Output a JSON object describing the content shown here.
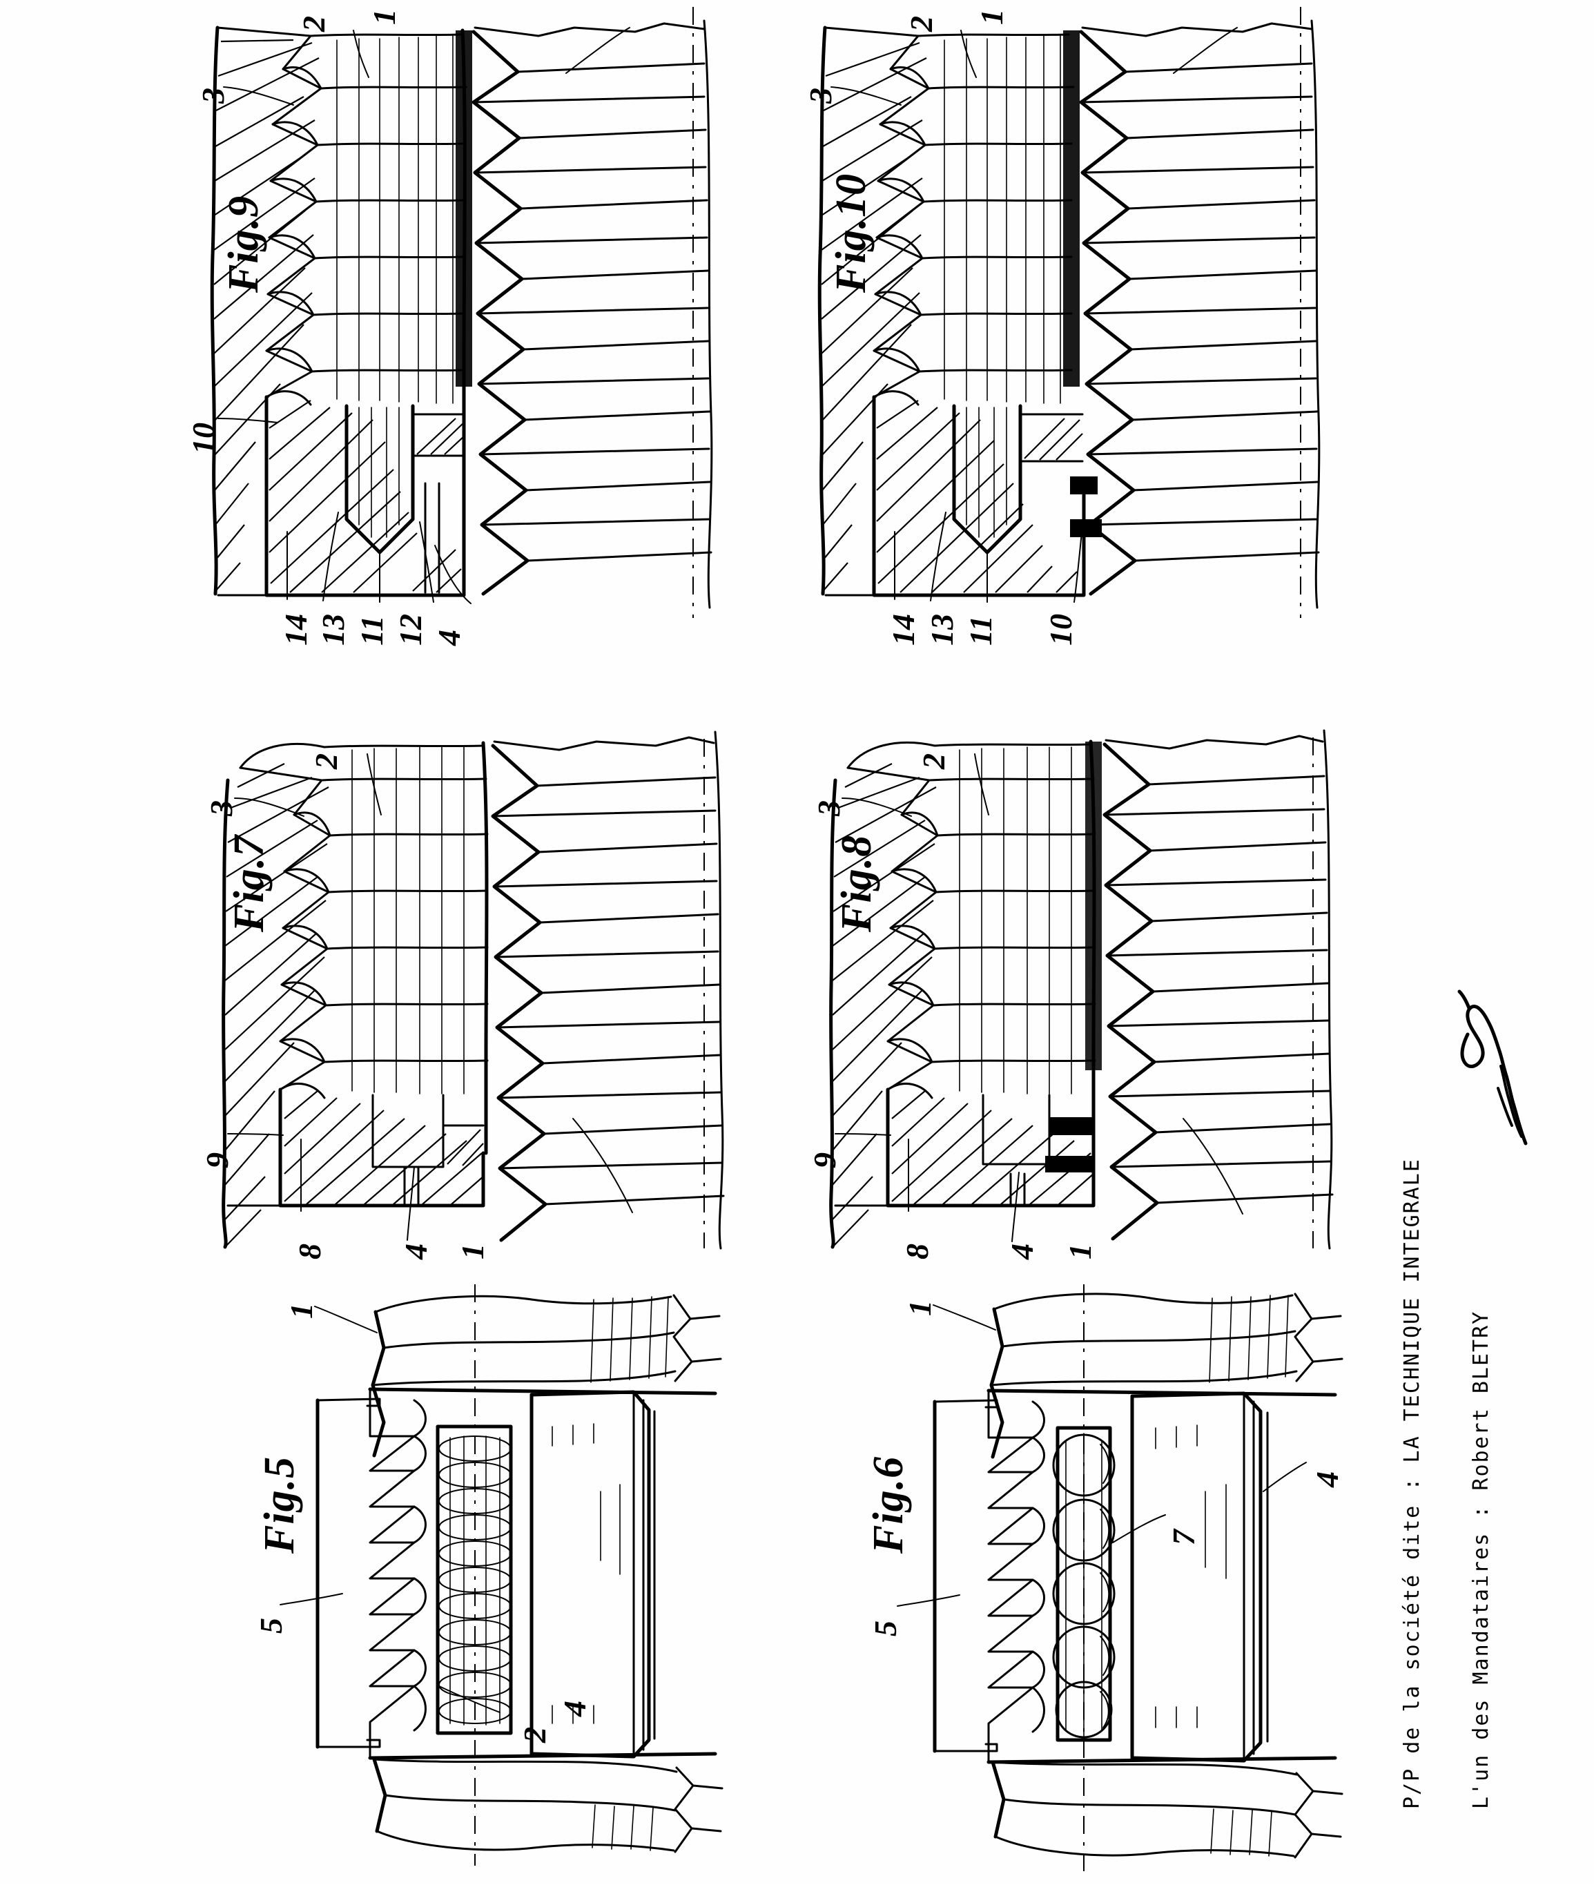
{
  "document": {
    "kind": "patent-drawing-sheet",
    "orientation": "landscape-content-rotated-90-ccw",
    "background_color": "#ffffff",
    "ink_color": "#000000"
  },
  "figures": [
    {
      "id": "fig9",
      "label": "Fig.9",
      "description": "Cross-section of a threaded stud engaged in a tapped bore with a locking pin insert",
      "reference_numerals": [
        "3",
        "2",
        "1",
        "10",
        "14",
        "13",
        "11",
        "12",
        "4"
      ]
    },
    {
      "id": "fig10",
      "label": "Fig.10",
      "description": "Cross-section of a threaded stud engaged in a tapped bore, variant of Fig.9",
      "reference_numerals": [
        "3",
        "2",
        "1",
        "14",
        "13",
        "11",
        "10"
      ]
    },
    {
      "id": "fig7",
      "label": "Fig.7",
      "description": "Cross-section of a threaded assembly with a radial locking element",
      "reference_numerals": [
        "3",
        "2",
        "9",
        "8",
        "4",
        "1"
      ]
    },
    {
      "id": "fig8",
      "label": "Fig.8",
      "description": "Cross-section of a threaded assembly, variant of Fig.7",
      "reference_numerals": [
        "3",
        "2",
        "9",
        "8",
        "4",
        "1"
      ]
    },
    {
      "id": "fig5",
      "label": "Fig.5",
      "description": "Longitudinal section of a threaded sleeve containing a helical coil spring insert",
      "reference_numerals": [
        "1",
        "5",
        "2",
        "4"
      ]
    },
    {
      "id": "fig6",
      "label": "Fig.6",
      "description": "Longitudinal section of a threaded sleeve containing a row of balls",
      "reference_numerals": [
        "1",
        "5",
        "7",
        "4"
      ]
    }
  ],
  "signature_block": {
    "line1": "P/P de la société dite : LA TECHNIQUE INTEGRALE",
    "line2": "L'un des Mandataires : Robert BLETRY",
    "signature_present": true,
    "signature_name": "handwritten-signature"
  }
}
